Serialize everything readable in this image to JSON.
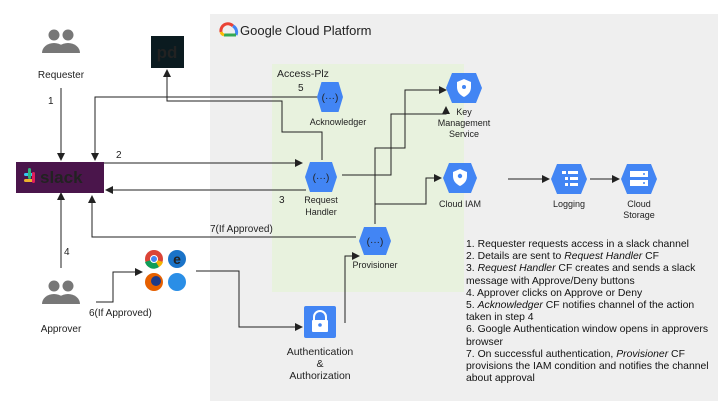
{
  "platform": {
    "label": "Google Cloud Platform",
    "logo_colors": [
      "#4285F4",
      "#EA4335",
      "#FBBC05",
      "#34A853"
    ]
  },
  "zone_label": "Access-Plz",
  "requester": {
    "label": "Requester",
    "icon": "people-icon"
  },
  "approver": {
    "label": "Approver",
    "icon": "people-icon"
  },
  "slack": {
    "label": "slack"
  },
  "pagerduty": {
    "label": "pd"
  },
  "browsers": {
    "icons": [
      "chrome-icon",
      "edge-icon",
      "firefox-icon",
      "safari-icon"
    ]
  },
  "auth": {
    "line1": "Authentication",
    "line2": "&",
    "line3": "Authorization",
    "icon": "lock-icon"
  },
  "nodes": {
    "acknowledger": {
      "label": "Acknowledger",
      "icon": "cloud-functions-icon"
    },
    "request_handler": {
      "line1": "Request",
      "line2": "Handler",
      "icon": "cloud-functions-icon"
    },
    "provisioner": {
      "label": "Provisioner",
      "icon": "cloud-functions-icon"
    },
    "kms": {
      "line1": "Key",
      "line2": "Management",
      "line3": "Service",
      "icon": "key-shield-icon"
    },
    "cloud_iam": {
      "label": "Cloud IAM",
      "icon": "iam-icon"
    },
    "logging": {
      "label": "Logging",
      "icon": "logging-icon"
    },
    "cloud_storage": {
      "line1": "Cloud",
      "line2": "Storage",
      "icon": "storage-icon"
    }
  },
  "edges": {
    "e1": "1",
    "e2": "2",
    "e3": "3",
    "e4": "4",
    "e5": "5",
    "e6": "6(If Approved)",
    "e7": "7(If Approved)"
  },
  "colors": {
    "gcp_blue": "#4285F4",
    "slack_bg": "#4a154b",
    "pd_bg": "#0b1b20",
    "pd_green": "#06ac38",
    "gcp_panel": "#efefef",
    "zone": "#e9f3df",
    "people": "#777777"
  },
  "steps": [
    {
      "n": "1.",
      "pre": "Requester requests access in a slack channel",
      "it": "",
      "post": ""
    },
    {
      "n": "2.",
      "pre": "Details are sent to ",
      "it": "Request Handler",
      "post": " CF"
    },
    {
      "n": "3.",
      "pre": "",
      "it": "Request Handler",
      "post": " CF creates and sends a slack message with Approve/Deny buttons"
    },
    {
      "n": "4.",
      "pre": "Approver clicks on Approve or Deny",
      "it": "",
      "post": ""
    },
    {
      "n": "5.",
      "pre": "",
      "it": "Acknowledger",
      "post": " CF notifies channel of the action taken in step 4"
    },
    {
      "n": "6.",
      "pre": "Google Authentication window opens in approvers browser",
      "it": "",
      "post": ""
    },
    {
      "n": "7.",
      "pre": "On successful authentication, ",
      "it": "Provisioner",
      "post": " CF provisions the IAM condition and notifies the channel about approval"
    }
  ]
}
